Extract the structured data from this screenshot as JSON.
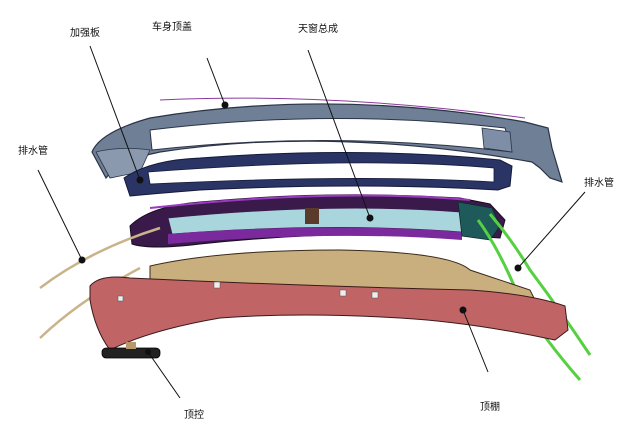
{
  "diagram": {
    "type": "exploded-view",
    "subject": "vehicle roof assembly",
    "labels": {
      "reinforcement_plate": "加强板",
      "roof_panel": "车身顶盖",
      "sunroof_assembly": "天窗总成",
      "drain_pipe_left": "排水管",
      "drain_pipe_right": "排水管",
      "dome_light": "顶控",
      "headliner": "顶棚"
    },
    "colors": {
      "roof_panel": "#6e7f96",
      "reinforcement": "#2a3566",
      "sunroof_frame": "#7b2a9e",
      "sunroof_glass": "#a9d6dc",
      "headliner_top": "#c9ae7e",
      "headliner_body": "#c06466",
      "drain_pipe_green": "#55d040",
      "drain_pipe_tan": "#c9b48a",
      "leader": "#111111"
    }
  }
}
